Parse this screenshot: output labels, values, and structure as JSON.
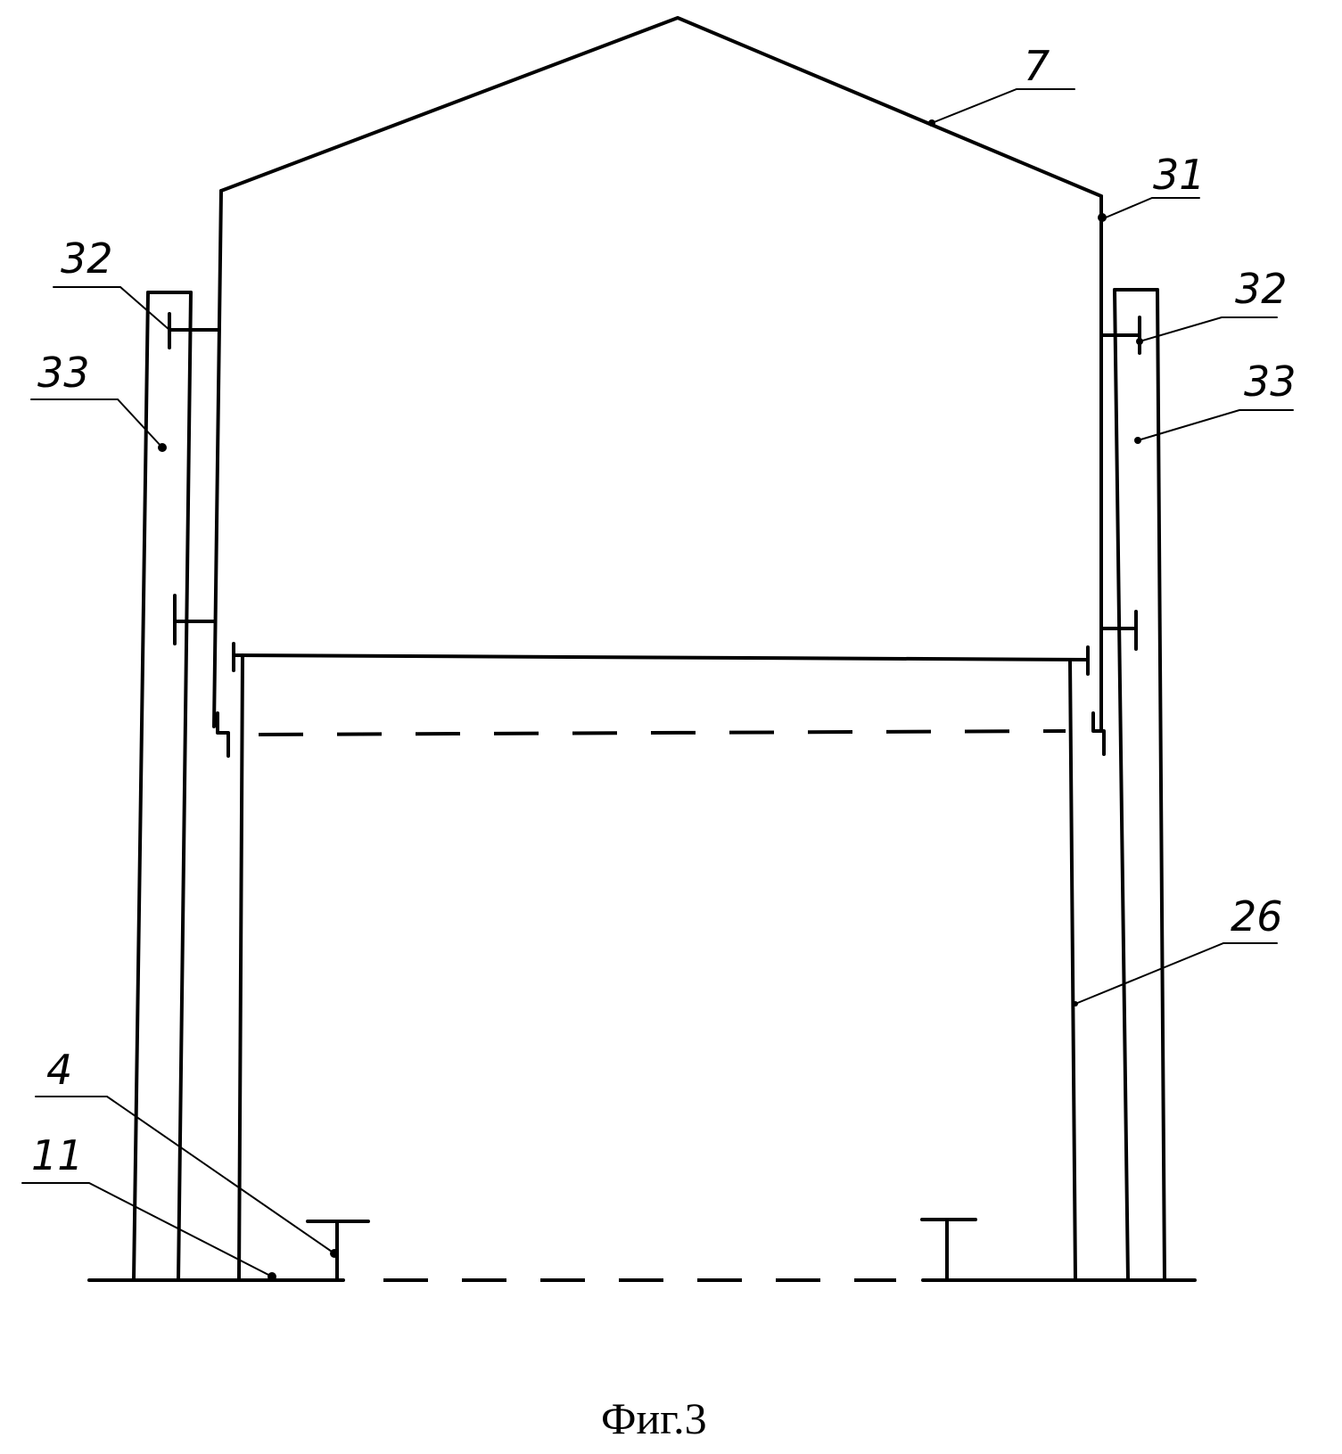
{
  "figure": {
    "caption": "Фиг.3",
    "labels": {
      "roof": "7",
      "hinge": "31",
      "bracket_left": "32",
      "bracket_right": "32",
      "column_left": "33",
      "column_right": "33",
      "wall": "26",
      "beam": "4",
      "floor": "11"
    }
  }
}
